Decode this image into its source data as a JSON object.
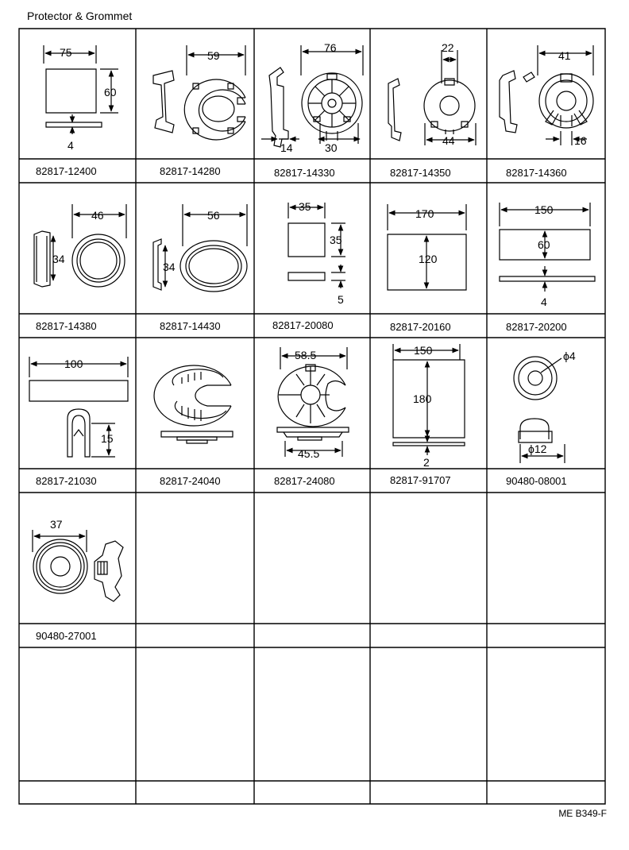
{
  "title": "Protector & Grommet",
  "code": "ME B349-F",
  "cells": [
    {
      "part": "82817-12400",
      "dims": [
        "75",
        "60",
        "4"
      ]
    },
    {
      "part": "82817-14280",
      "dims": [
        "59"
      ]
    },
    {
      "part": "82817-14330",
      "dims": [
        "76",
        "14",
        "30"
      ]
    },
    {
      "part": "82817-14350",
      "dims": [
        "22",
        "44"
      ]
    },
    {
      "part": "82817-14360",
      "dims": [
        "41",
        "16"
      ]
    },
    {
      "part": "82817-14380",
      "dims": [
        "46",
        "34"
      ]
    },
    {
      "part": "82817-14430",
      "dims": [
        "56",
        "34"
      ]
    },
    {
      "part": "82817-20080",
      "dims": [
        "35",
        "35",
        "5"
      ]
    },
    {
      "part": "82817-20160",
      "dims": [
        "170",
        "120"
      ]
    },
    {
      "part": "82817-20200",
      "dims": [
        "150",
        "60",
        "4"
      ]
    },
    {
      "part": "82817-21030",
      "dims": [
        "100",
        "15"
      ]
    },
    {
      "part": "82817-24040",
      "dims": []
    },
    {
      "part": "82817-24080",
      "dims": [
        "58.5",
        "45.5"
      ]
    },
    {
      "part": "82817-91707",
      "dims": [
        "150",
        "180",
        "2"
      ]
    },
    {
      "part": "90480-08001",
      "dims": [
        "ϕ4",
        "ϕ12"
      ]
    },
    {
      "part": "90480-27001",
      "dims": [
        "37"
      ]
    }
  ]
}
